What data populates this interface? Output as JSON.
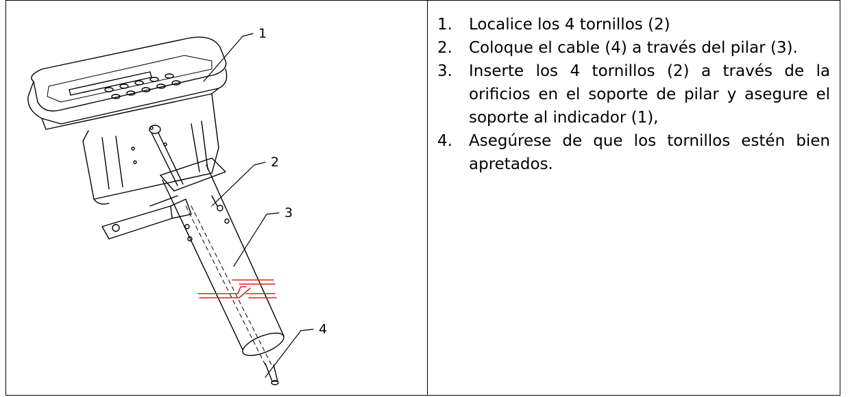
{
  "figure": {
    "callouts": [
      "1",
      "2",
      "3",
      "4"
    ]
  },
  "instructions": {
    "steps": [
      {
        "number": "1.",
        "text": "Localice los 4 tornillos (2)"
      },
      {
        "number": "2.",
        "text": "Coloque el cable (4) a través del pilar (3)."
      },
      {
        "number": "3.",
        "text": "Inserte los 4 tornillos (2) a través de la orificios en el soporte de pilar y asegure el soporte al indicador (1),"
      },
      {
        "number": "4.",
        "text": "Asegúrese de que los tornillos estén bien apretados."
      }
    ]
  },
  "colors": {
    "line": "#000000",
    "break_mark": "#e02020"
  }
}
